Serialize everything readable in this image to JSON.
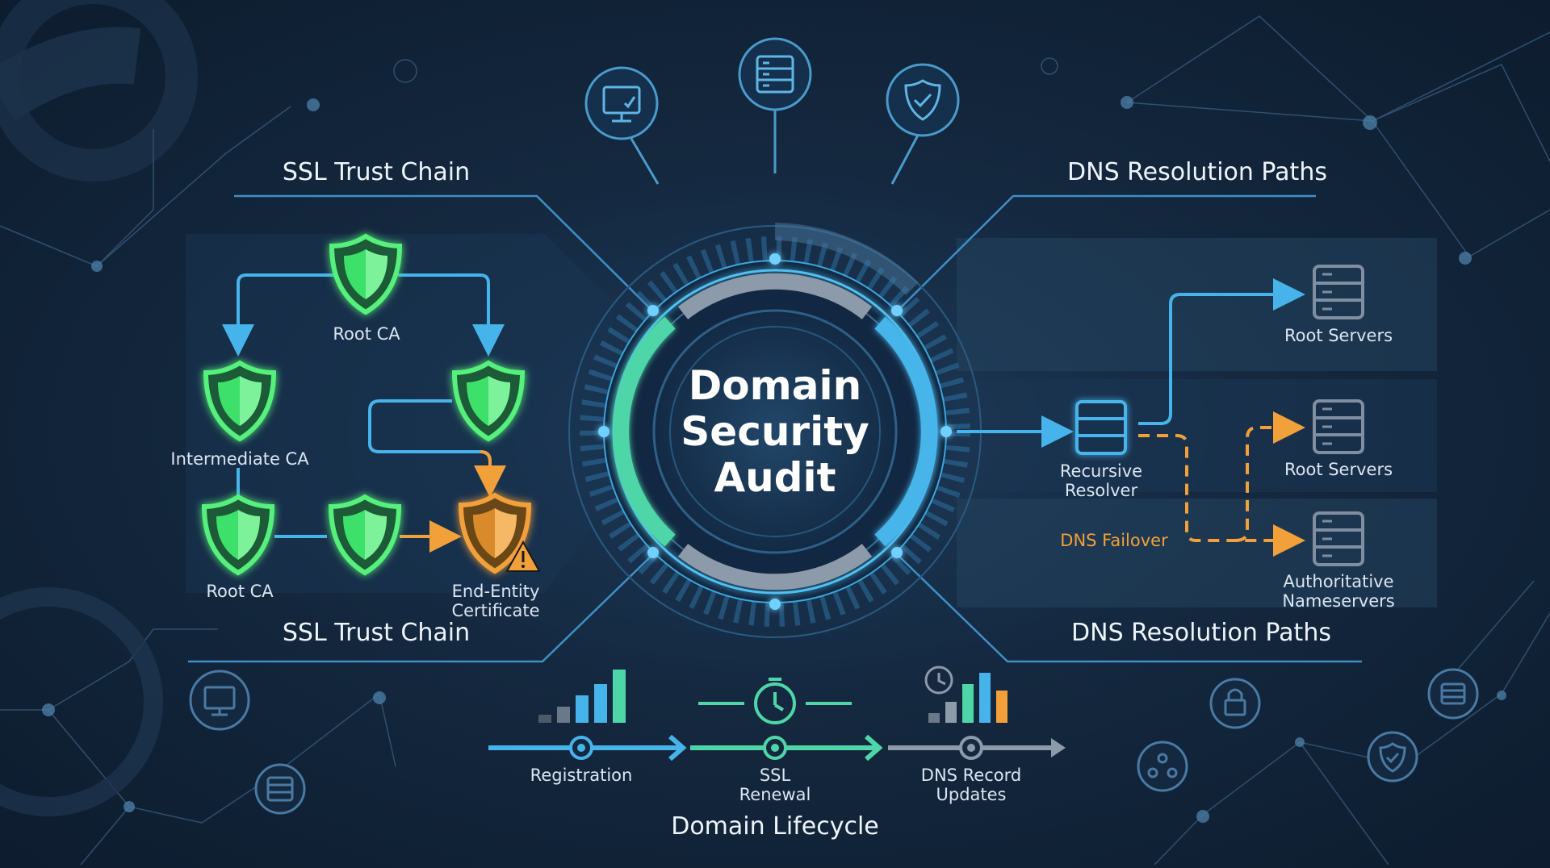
{
  "title": "Domain Security Audit",
  "sections": {
    "ssl_top": "SSL Trust Chain",
    "ssl_bottom": "SSL Trust Chain",
    "dns_top": "DNS Resolution Paths",
    "dns_bottom": "DNS Resolution Paths",
    "lifecycle": "Domain Lifecycle"
  },
  "ssl_chain": {
    "root_ca_top": "Root CA",
    "intermediate_ca": "Intermediate CA",
    "root_ca_bottom": "Root CA",
    "end_entity": [
      "End-Entity",
      "Certificate"
    ]
  },
  "dns": {
    "resolver": [
      "Recursive",
      "Resolver"
    ],
    "root_servers_1": "Root Servers",
    "root_servers_2": "Root Servers",
    "authoritative": [
      "Authoritative",
      "Nameservers"
    ],
    "failover": "DNS Failover"
  },
  "lifecycle_stages": {
    "registration": "Registration",
    "ssl_renewal": [
      "SSL",
      "Renewal"
    ],
    "dns_updates": [
      "DNS Record",
      "Updates"
    ]
  },
  "icons": {
    "top": [
      "monitor-icon",
      "server-icon",
      "shield-check-icon"
    ],
    "bottom_left": [
      "it-monitor-icon",
      "server-icon"
    ],
    "bottom_right": [
      "lock-icon",
      "network-icon",
      "shield-check-icon",
      "server-icon"
    ]
  },
  "colors": {
    "valid": "#3ee06a",
    "warning": "#f2a03a",
    "accent": "#46b4ea",
    "teal": "#4fd6a8",
    "background": "#14283f"
  }
}
